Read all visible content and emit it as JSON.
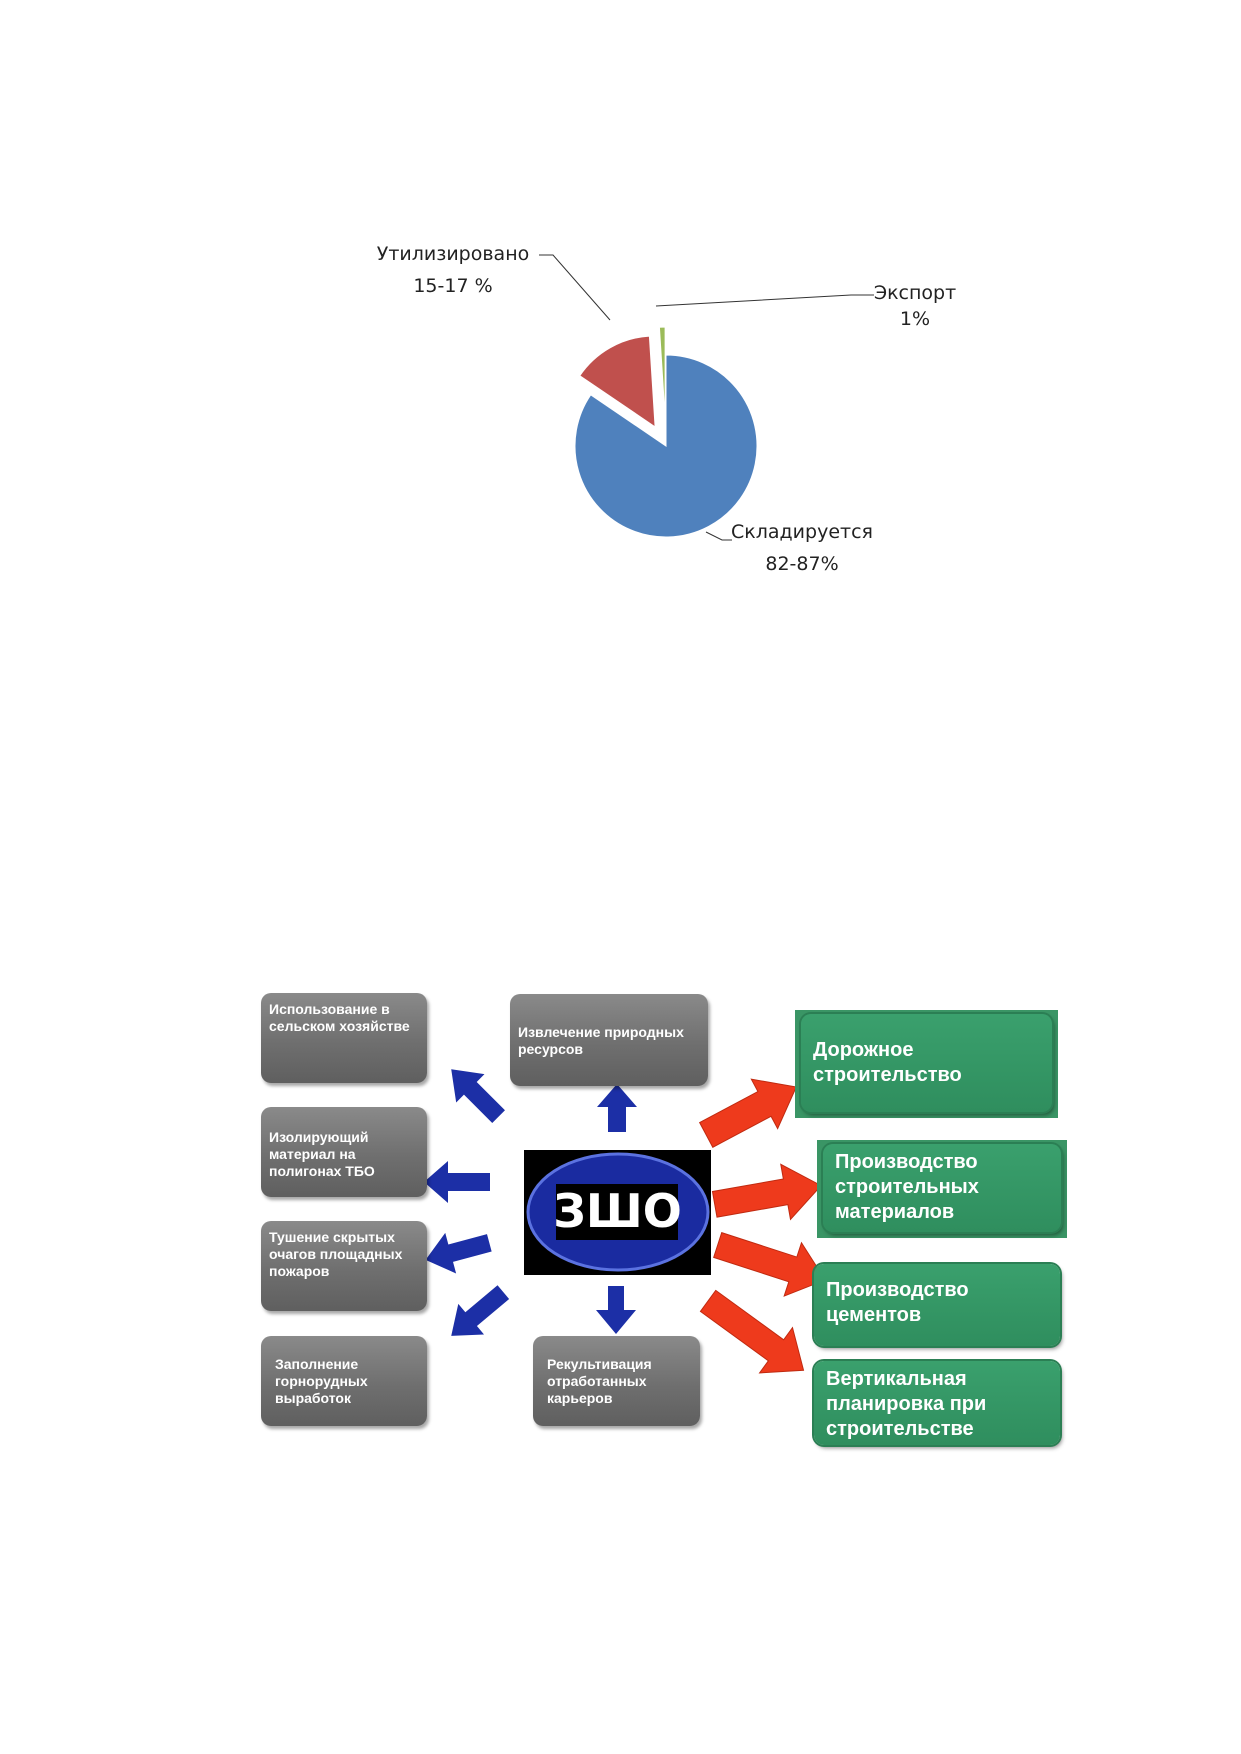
{
  "chart_data": {
    "type": "pie",
    "slices": [
      {
        "label": "Складируется",
        "value_text": "82-87%",
        "value": 84.5,
        "color": "#4f81bd"
      },
      {
        "label": "Утилизировано",
        "value_text": "15-17 %",
        "value": 14.5,
        "color": "#c0504d"
      },
      {
        "label": "Экспорт",
        "value_text": "1%",
        "value": 1,
        "color": "#9bbb59"
      }
    ]
  },
  "diagram": {
    "center": "ЗШО",
    "gray_boxes": [
      "Использование в сельском хозяйстве",
      "Извлечение природных ресурсов",
      "Изолирующий материал на полигонах ТБО",
      "Тушение скрытых очагов площадных пожаров",
      "Заполнение горнорудных выработок",
      "Рекультивация отработанных карьеров"
    ],
    "green_boxes": [
      "Дорожное строительство",
      "Производство строительных материалов",
      "Производство цементов",
      "Вертикальная планировка при строительстве"
    ],
    "colors": {
      "blue_arrow": "#1c2fa6",
      "red_arrow": "#ee3a1c",
      "gray_box": "#737373",
      "green_box": "#339660",
      "oval": "#1a2ba0"
    }
  }
}
